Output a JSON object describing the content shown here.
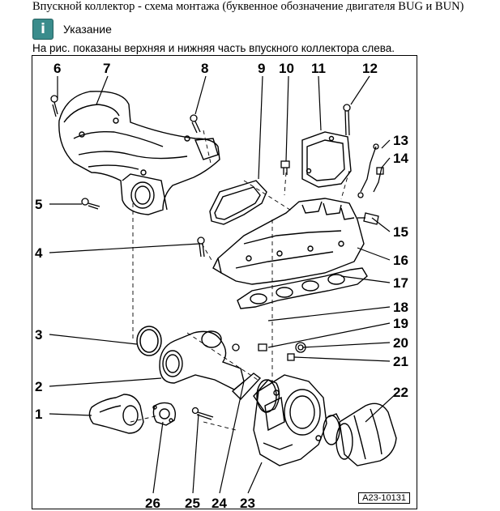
{
  "header": {
    "title": "Впускной коллектор - схема монтажа (буквенное обозначение двигателя BUG и BUN)"
  },
  "note": {
    "icon": "info-icon",
    "label": "Указание",
    "text": "На рис. показаны верхняя и нижняя часть впускного коллектора слева."
  },
  "diagram": {
    "callouts": [
      "1",
      "2",
      "3",
      "4",
      "5",
      "6",
      "7",
      "8",
      "9",
      "10",
      "11",
      "12",
      "13",
      "14",
      "15",
      "16",
      "17",
      "18",
      "19",
      "20",
      "21",
      "22",
      "23",
      "24",
      "25",
      "26"
    ],
    "reference": "A23-10131"
  }
}
